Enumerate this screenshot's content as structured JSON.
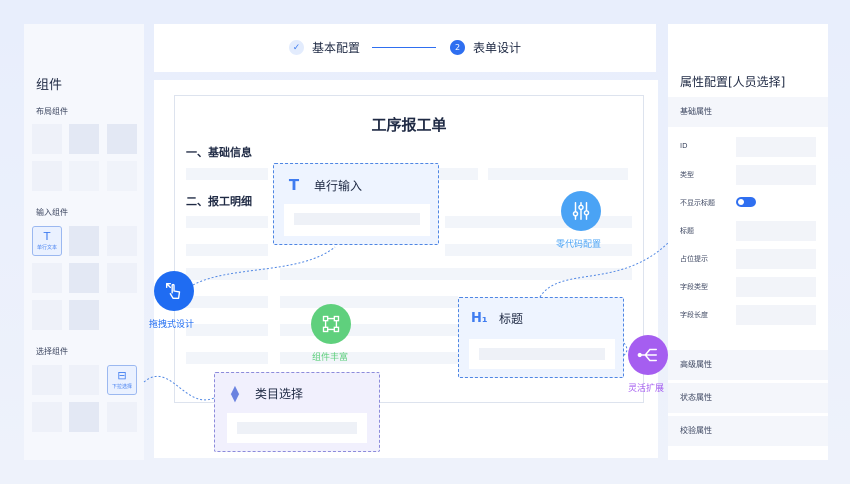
{
  "left_panel": {
    "title": "组件",
    "groups": [
      {
        "title": "布局组件"
      },
      {
        "title": "输入组件",
        "active_item": {
          "label": "单行文本",
          "icon": "text-t-icon"
        }
      },
      {
        "title": "选择组件",
        "active_item": {
          "label": "下拉选择",
          "icon": "dropdown-icon"
        }
      }
    ]
  },
  "steps": [
    {
      "label": "基本配置",
      "state": "done",
      "marker": "✓"
    },
    {
      "label": "表单设计",
      "state": "current",
      "marker": "2"
    }
  ],
  "form": {
    "title": "工序报工单",
    "sections": [
      "一、基础信息",
      "二、报工明细"
    ]
  },
  "cards": {
    "single_input": {
      "label": "单行输入",
      "icon": "text-t-icon"
    },
    "title": {
      "label": "标题",
      "icon": "heading-h1-icon"
    },
    "category_select": {
      "label": "类目选择",
      "icon": "sort-arrows-icon"
    }
  },
  "badges": {
    "drag": {
      "label": "拖拽式设计",
      "color": "#1f6cf2",
      "icon": "drag-hand-icon"
    },
    "rich": {
      "label": "组件丰富",
      "color": "#5fd07d",
      "icon": "nodes-icon"
    },
    "lowcode": {
      "label": "零代码配置",
      "color": "#4aa3f5",
      "icon": "sliders-icon"
    },
    "flex": {
      "label": "灵活扩展",
      "color": "#a55ef0",
      "icon": "branch-icon"
    }
  },
  "right_panel": {
    "title": "属性配置[人员选择]",
    "basic_section": "基础属性",
    "props": [
      {
        "label": "ID",
        "control": "input"
      },
      {
        "label": "类型",
        "control": "input"
      },
      {
        "label": "不显示标题",
        "control": "toggle"
      },
      {
        "label": "标题",
        "control": "input"
      },
      {
        "label": "占位提示",
        "control": "input"
      },
      {
        "label": "字段类型",
        "control": "input"
      },
      {
        "label": "字段长度",
        "control": "input"
      }
    ],
    "other_sections": [
      "高级属性",
      "状态属性",
      "校验属性"
    ]
  }
}
